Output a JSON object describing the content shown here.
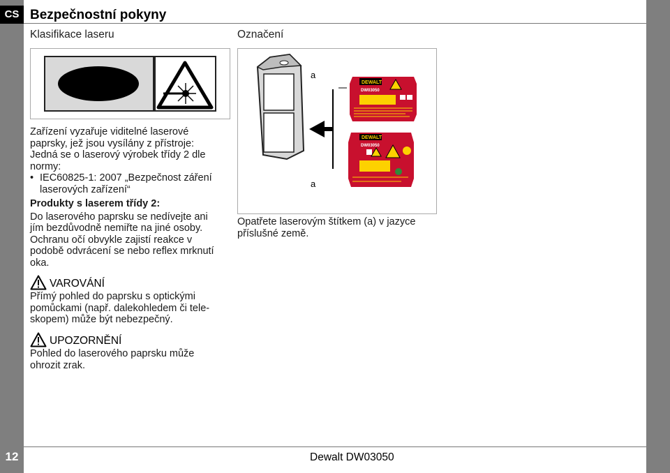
{
  "page": {
    "lang_code": "CS",
    "title": "Bezpečnostní pokyny",
    "page_number": "12",
    "footer": "Dewalt DW03050"
  },
  "left": {
    "heading": "Klasifikace laseru",
    "intro_lines": [
      "Zařízení vyzařuje viditelné laserové",
      "paprsky, jež jsou vysílány z přístroje:",
      "Jedná se o laserový výrobek třídy 2 dle",
      "normy:"
    ],
    "bullet": "•",
    "bullet_lines": [
      "IEC60825-1: 2007 „Bezpečnost záření",
      "laserových zařízení“"
    ],
    "class2_heading": "Produkty s laserem třídy 2:",
    "class2_lines": [
      "Do laserového paprsku se nedívejte ani",
      "jím bezdůvodně nemiřte na jiné osoby.",
      "Ochranu očí obvykle zajistí reakce v",
      "podobě odvrácení se nebo reflex mrknutí",
      "oka."
    ],
    "warning": {
      "title": "VAROVÁNÍ",
      "lines": [
        "Přímý pohled do paprsku s optickými",
        "pomůckami (např. dalekohledem či tele-",
        "skopem) může být nebezpečný."
      ]
    },
    "caution": {
      "title": "UPOZORNĚNÍ",
      "lines": [
        "Pohled do laserového paprsku může",
        "ohrozit zrak."
      ]
    }
  },
  "right": {
    "heading": "Označení",
    "label_marker_top": "a",
    "label_marker_bottom": "a",
    "caption_lines": [
      "Opatřete laserovým štítkem (a) v jazyce",
      "příslušné země."
    ],
    "label_brand": "DEWALT",
    "label_model": "DW03050"
  },
  "colors": {
    "strip": "#7f7f7f",
    "label_red": "#c8102e",
    "label_yellow": "#fdd100"
  }
}
